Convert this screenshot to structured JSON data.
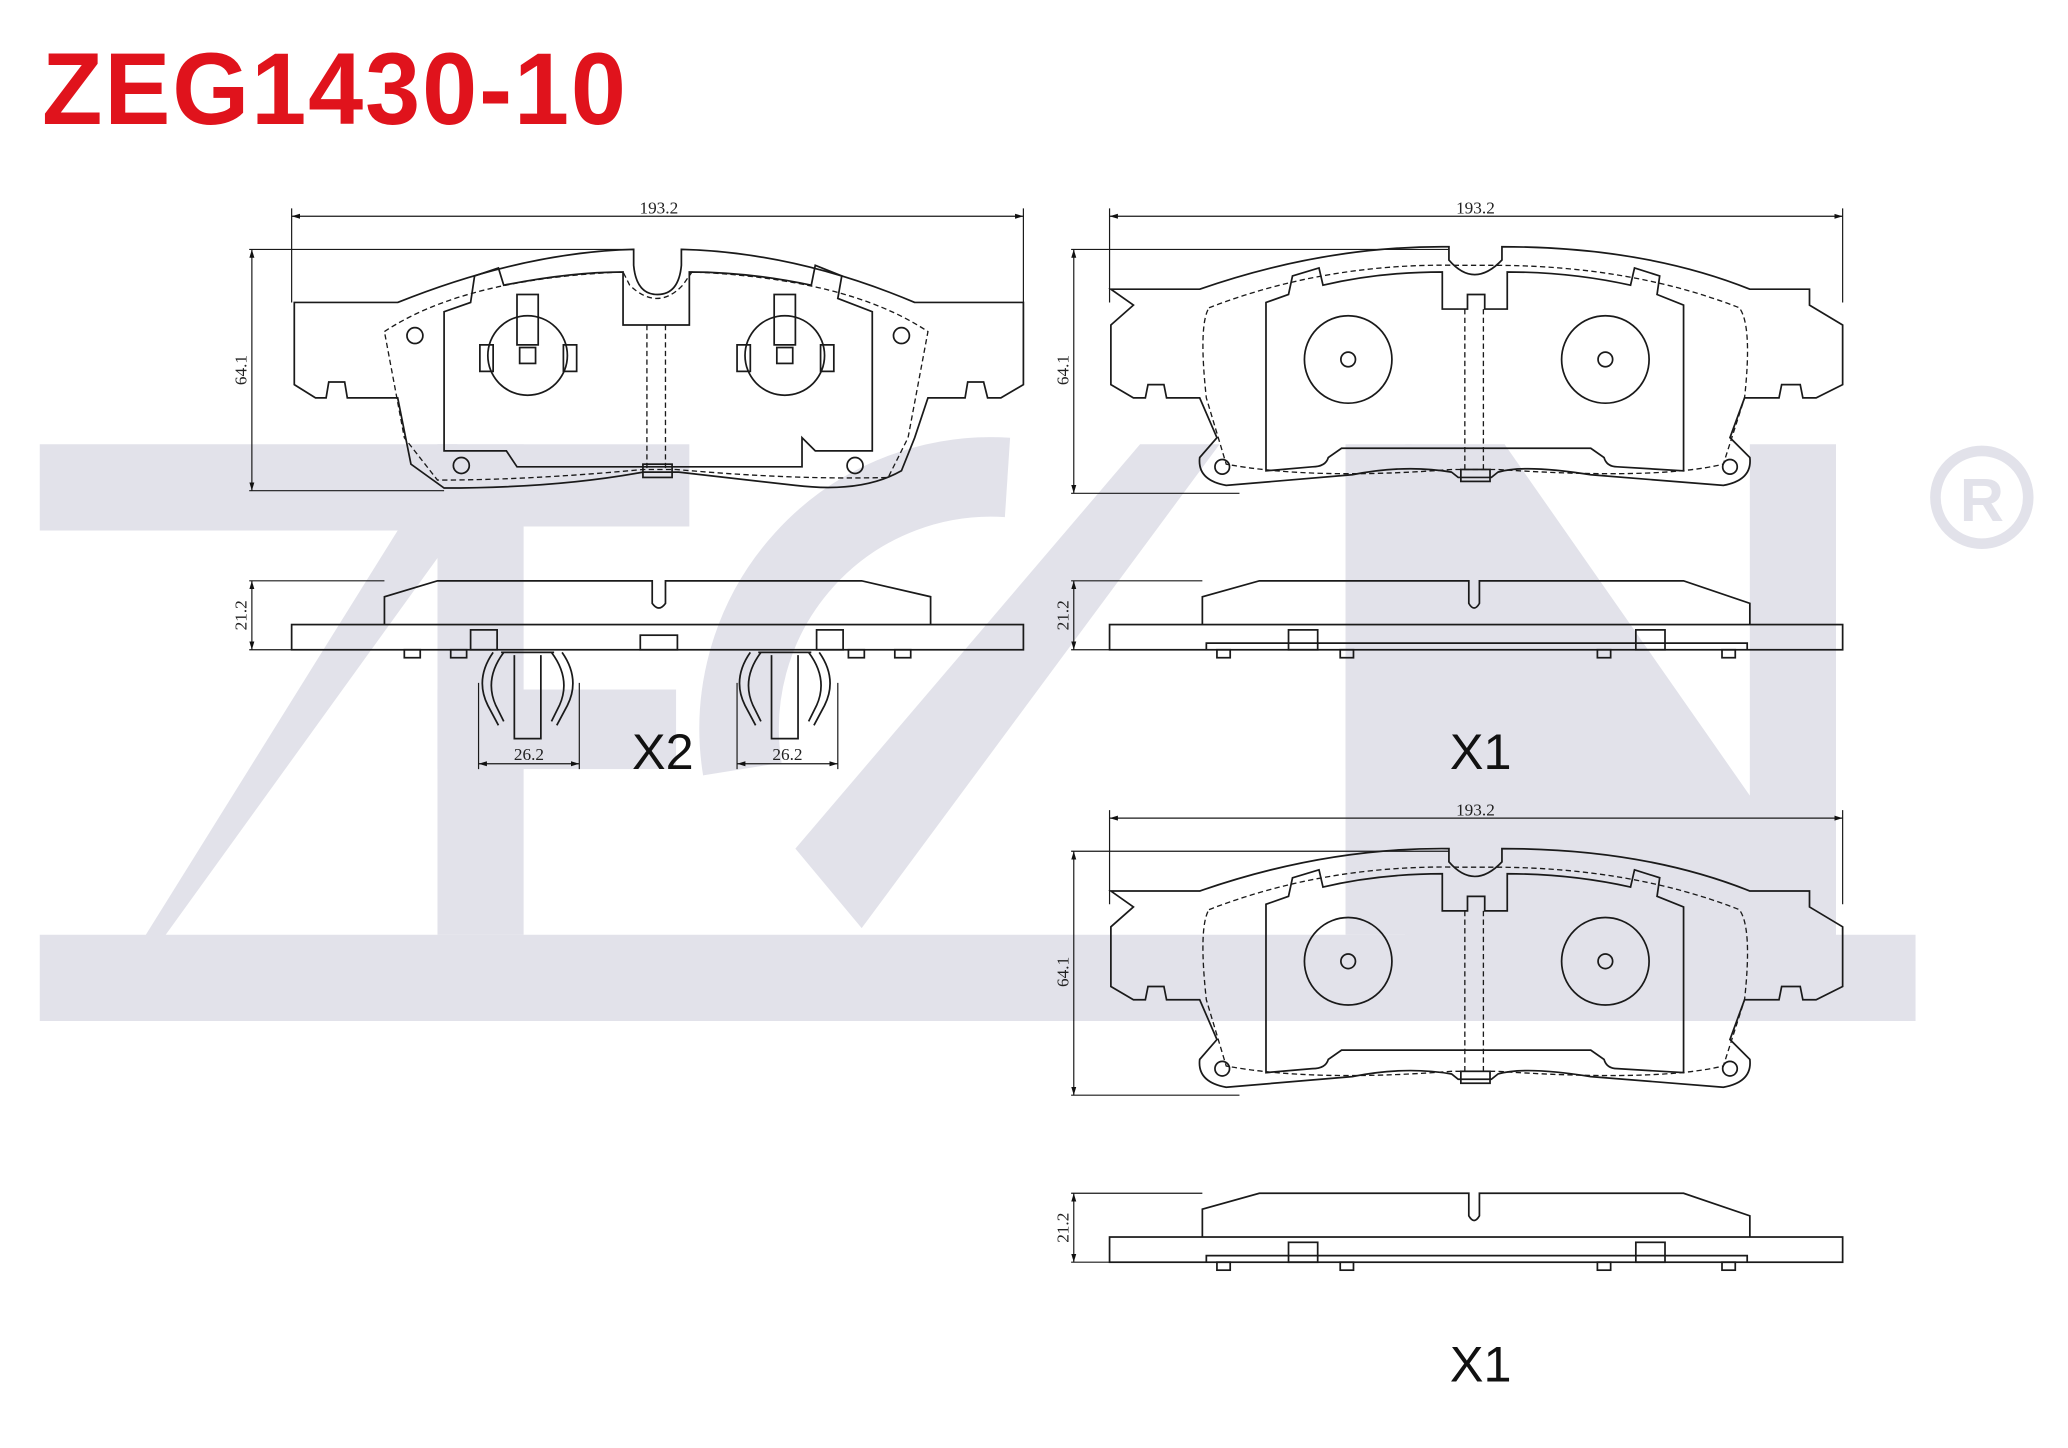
{
  "title": "ZEG1430-10",
  "watermark": {
    "brand": "ZEGEN",
    "mark": "®",
    "color": "#e2e2ea"
  },
  "accent_color": "#e0131c",
  "pads": [
    {
      "width_label": "193.2",
      "height_label": "64.1",
      "thickness_label": "21.2",
      "clip_width_labels": [
        "26.2",
        "26.2"
      ],
      "quantity": "X2"
    },
    {
      "width_label": "193.2",
      "height_label": "64.1",
      "thickness_label": "21.2",
      "quantity": "X1"
    },
    {
      "width_label": "193.2",
      "height_label": "64.1",
      "thickness_label": "21.2",
      "quantity": "X1"
    }
  ]
}
